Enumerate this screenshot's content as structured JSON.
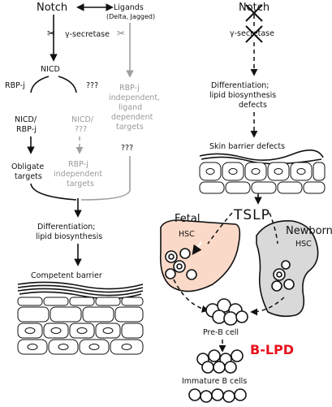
{
  "left": {
    "notch": "Notch",
    "ligands": "Ligands",
    "ligands_sub": "(Delta, Jagged)",
    "gamma_secretase": "γ-secretase",
    "nicd": "NICD",
    "rbpj": "RBP-j",
    "qqq1": "???",
    "nicd_rbpj_1": "NICD/",
    "nicd_rbpj_2": "RBP-j",
    "nicd_q_1": "NICD/",
    "nicd_q_2": "???",
    "rbpj_ind_lig_1": "RBP-j",
    "rbpj_ind_lig_2": "independent,",
    "rbpj_ind_lig_3": "ligand",
    "rbpj_ind_lig_4": "dependent",
    "rbpj_ind_lig_5": "targets",
    "qqq2": "???",
    "obligate_1": "Obligate",
    "obligate_2": "targets",
    "rbpj_ind_1": "RBP-j",
    "rbpj_ind_2": "independent",
    "rbpj_ind_3": "targets",
    "diff_1": "Differentiation;",
    "diff_2": "lipid biosynthesis",
    "competent": "Competent barrier"
  },
  "right": {
    "notch": "Notch",
    "gamma_secretase": "γ-secretase",
    "diff_1": "Differentiation;",
    "diff_2": "lipid biosynthesis",
    "diff_3": "defects",
    "skin": "Skin barrier defects",
    "tslp": "TSLP",
    "fetal_1": "Fetal",
    "fetal_2": "HSC",
    "newborn_1": "Newborn",
    "newborn_2": "HSC",
    "preb": "Pre-B cell",
    "blpd": "B-LPD",
    "immature": "Immature B cells"
  },
  "colors": {
    "fetal_fill": "#fbd9c8",
    "newborn_fill": "#d9d9d9",
    "blpd": "#e8101a",
    "gray_path": "#a0a0a0"
  }
}
